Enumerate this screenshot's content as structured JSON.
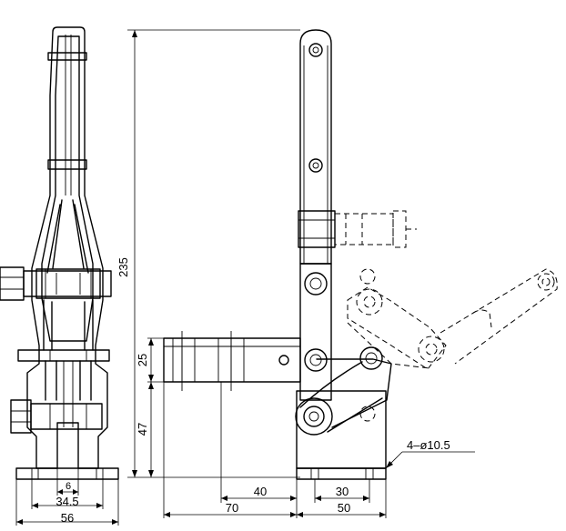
{
  "dimensions": {
    "overall_height": "235",
    "upper_height": "25",
    "lower_height": "47",
    "hole_callout": "4–ø10.5",
    "bar_span": "40",
    "arm_reach": "70",
    "base_width": "50",
    "hole_spacing": "30",
    "slot_width": "6",
    "base_hole_span": "34.5",
    "base_total": "56"
  }
}
